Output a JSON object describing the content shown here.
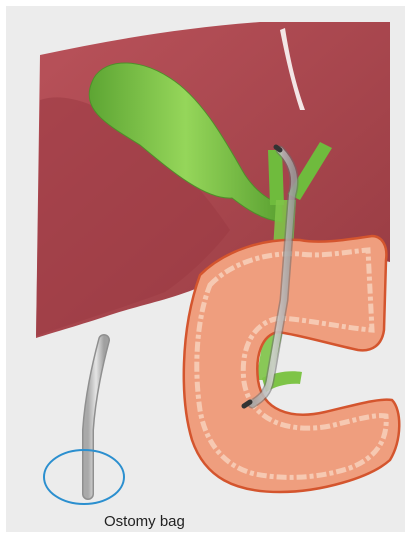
{
  "figure": {
    "label_ostomy_bag": "Ostomy bag"
  },
  "colors": {
    "background": "#ececec",
    "liver": "#a8434a",
    "liver_dark": "#8e3138",
    "gallbladder": "#7ec447",
    "gallbladder_dark": "#4f8f2a",
    "duodenum": "#ef9e7e",
    "duodenum_outline": "#d4552e",
    "drain_tube": "#c8c8c8",
    "drain_outline": "#8f8f8f",
    "marker_circle": "#2b8fcf"
  },
  "icons": [
    "liver-illustration",
    "gallbladder-illustration",
    "duodenum-illustration",
    "drain-tube",
    "ostomy-bag-marker"
  ]
}
